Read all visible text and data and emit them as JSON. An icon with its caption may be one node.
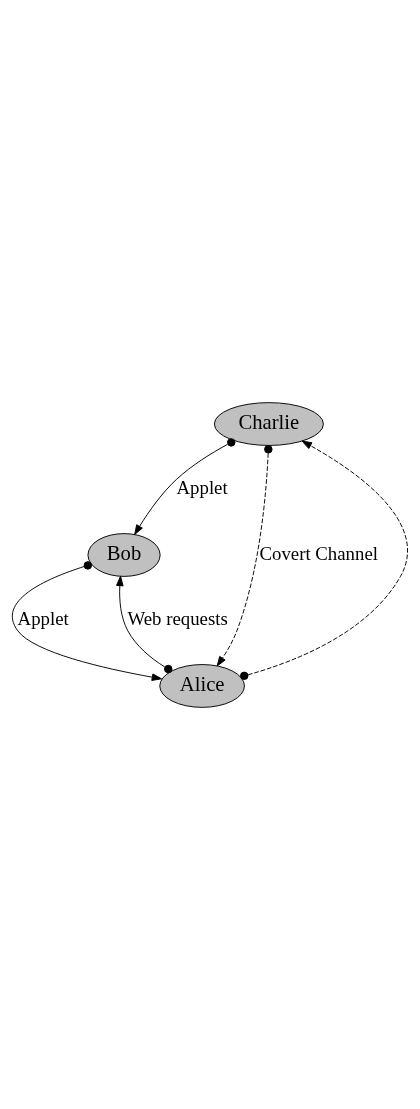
{
  "diagram": {
    "nodes": [
      {
        "text": [
          "Charlie"
        ]
      },
      {
        "text": [
          "Bob"
        ]
      },
      {
        "text": [
          "Alice"
        ]
      }
    ],
    "edges": [
      {
        "from": 0,
        "to": 1,
        "arrow": "to",
        "label": "Applet"
      },
      {
        "from": 1,
        "to": 2,
        "arrow": "to",
        "label": "Applet"
      },
      {
        "from": 2,
        "to": 1,
        "arrow": "to",
        "label": "Web requests"
      },
      {
        "from": 2,
        "to": 0,
        "arrow": "to",
        "style": "dashed"
      },
      {
        "from": 0,
        "to": 2,
        "arrow": "to",
        "style": "dashed",
        "label": "Covert Channel"
      }
    ]
  }
}
